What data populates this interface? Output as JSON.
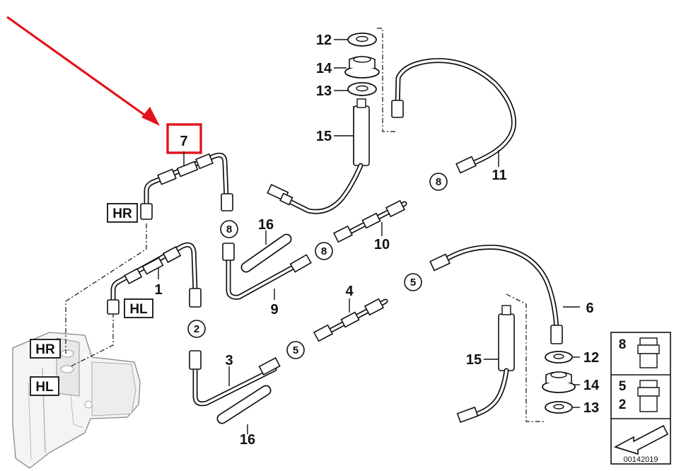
{
  "callouts": {
    "p1": "1",
    "p3": "3",
    "p4": "4",
    "p6": "6",
    "p7": "7",
    "p9": "9",
    "p10": "10",
    "p11": "11",
    "p12a": "12",
    "p12b": "12",
    "p13a": "13",
    "p13b": "13",
    "p14a": "14",
    "p14b": "14",
    "p15a": "15",
    "p15b": "15",
    "p16a": "16",
    "p16b": "16"
  },
  "circled_refs": {
    "r8a": "8",
    "r8b": "8",
    "r8c": "8",
    "r2a": "2",
    "r5a": "5",
    "r5b": "5"
  },
  "position_labels": {
    "hr_top": "HR",
    "hl_top": "HL",
    "hr_unit": "HR",
    "hl_unit": "HL"
  },
  "legend": {
    "row1": "8",
    "row2_top": "5",
    "row2_bottom": "2"
  },
  "diagram_code": "00142019",
  "highlight": {
    "color": "#e3141b",
    "target_label": "7"
  }
}
